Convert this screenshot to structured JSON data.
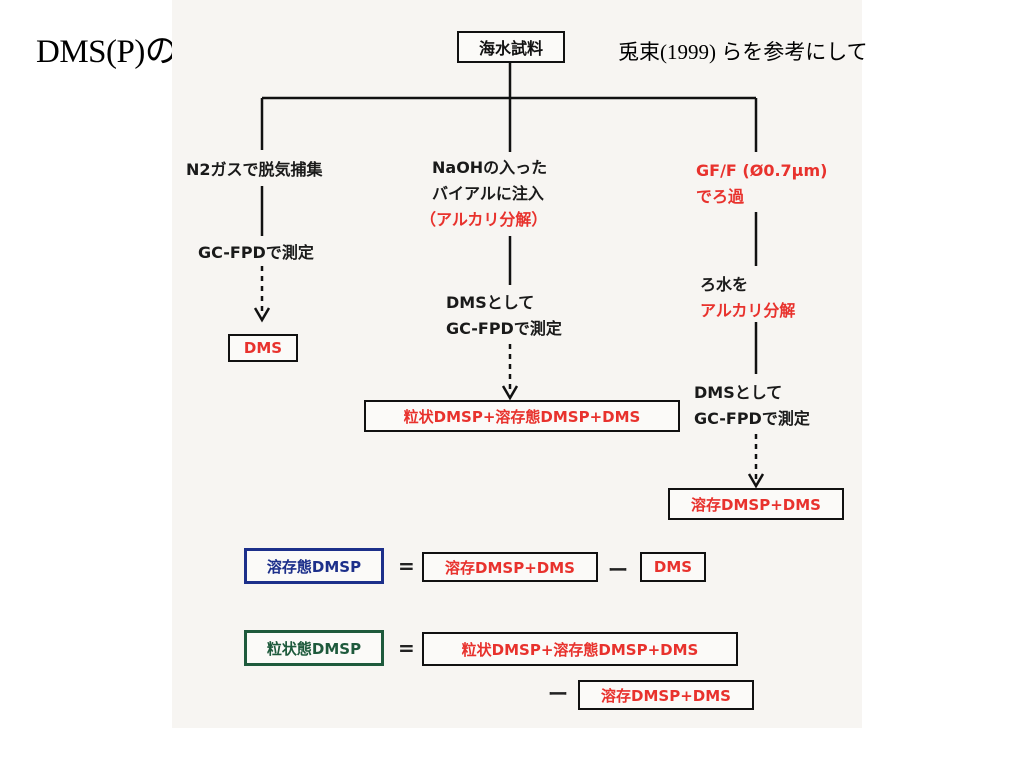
{
  "slide_title": "DMS(P)の測定方法",
  "reference": "兎束(1999) らを参考にして",
  "flow": {
    "source_box": "海水試料",
    "left": {
      "step1": "N2ガスで脱気捕集",
      "step2": "GC-FPDで測定",
      "result": "DMS"
    },
    "middle": {
      "step1_line1": "NaOHの入った",
      "step1_line2": "バイアルに注入",
      "step1_line3": "（アルカリ分解）",
      "step2_line1": "DMSとして",
      "step2_line2": "GC-FPDで測定",
      "result": "粒状DMSP+溶存態DMSP+DMS"
    },
    "right": {
      "step1_line1": "GF/F (Ø0.7µm)",
      "step1_line2": "でろ過",
      "step2_line1": "ろ水を",
      "step2_line2": "アルカリ分解",
      "step3_line1": "DMSとして",
      "step3_line2": "GC-FPDで測定",
      "result": "溶存DMSP+DMS"
    }
  },
  "equations": {
    "eq1": {
      "lhs": "溶存態DMSP",
      "equals": "=",
      "term1": "溶存DMSP+DMS",
      "minus": "ー",
      "term2": "DMS"
    },
    "eq2": {
      "lhs": "粒状態DMSP",
      "equals": "=",
      "term1": "粒状DMSP+溶存態DMSP+DMS",
      "minus": "ー",
      "term2": "溶存DMSP+DMS"
    }
  },
  "colors": {
    "red_text": "#e8322d",
    "blue_box": "#1c2f8a",
    "green_box": "#1e5a3c",
    "paper": "#f7f5f2"
  }
}
